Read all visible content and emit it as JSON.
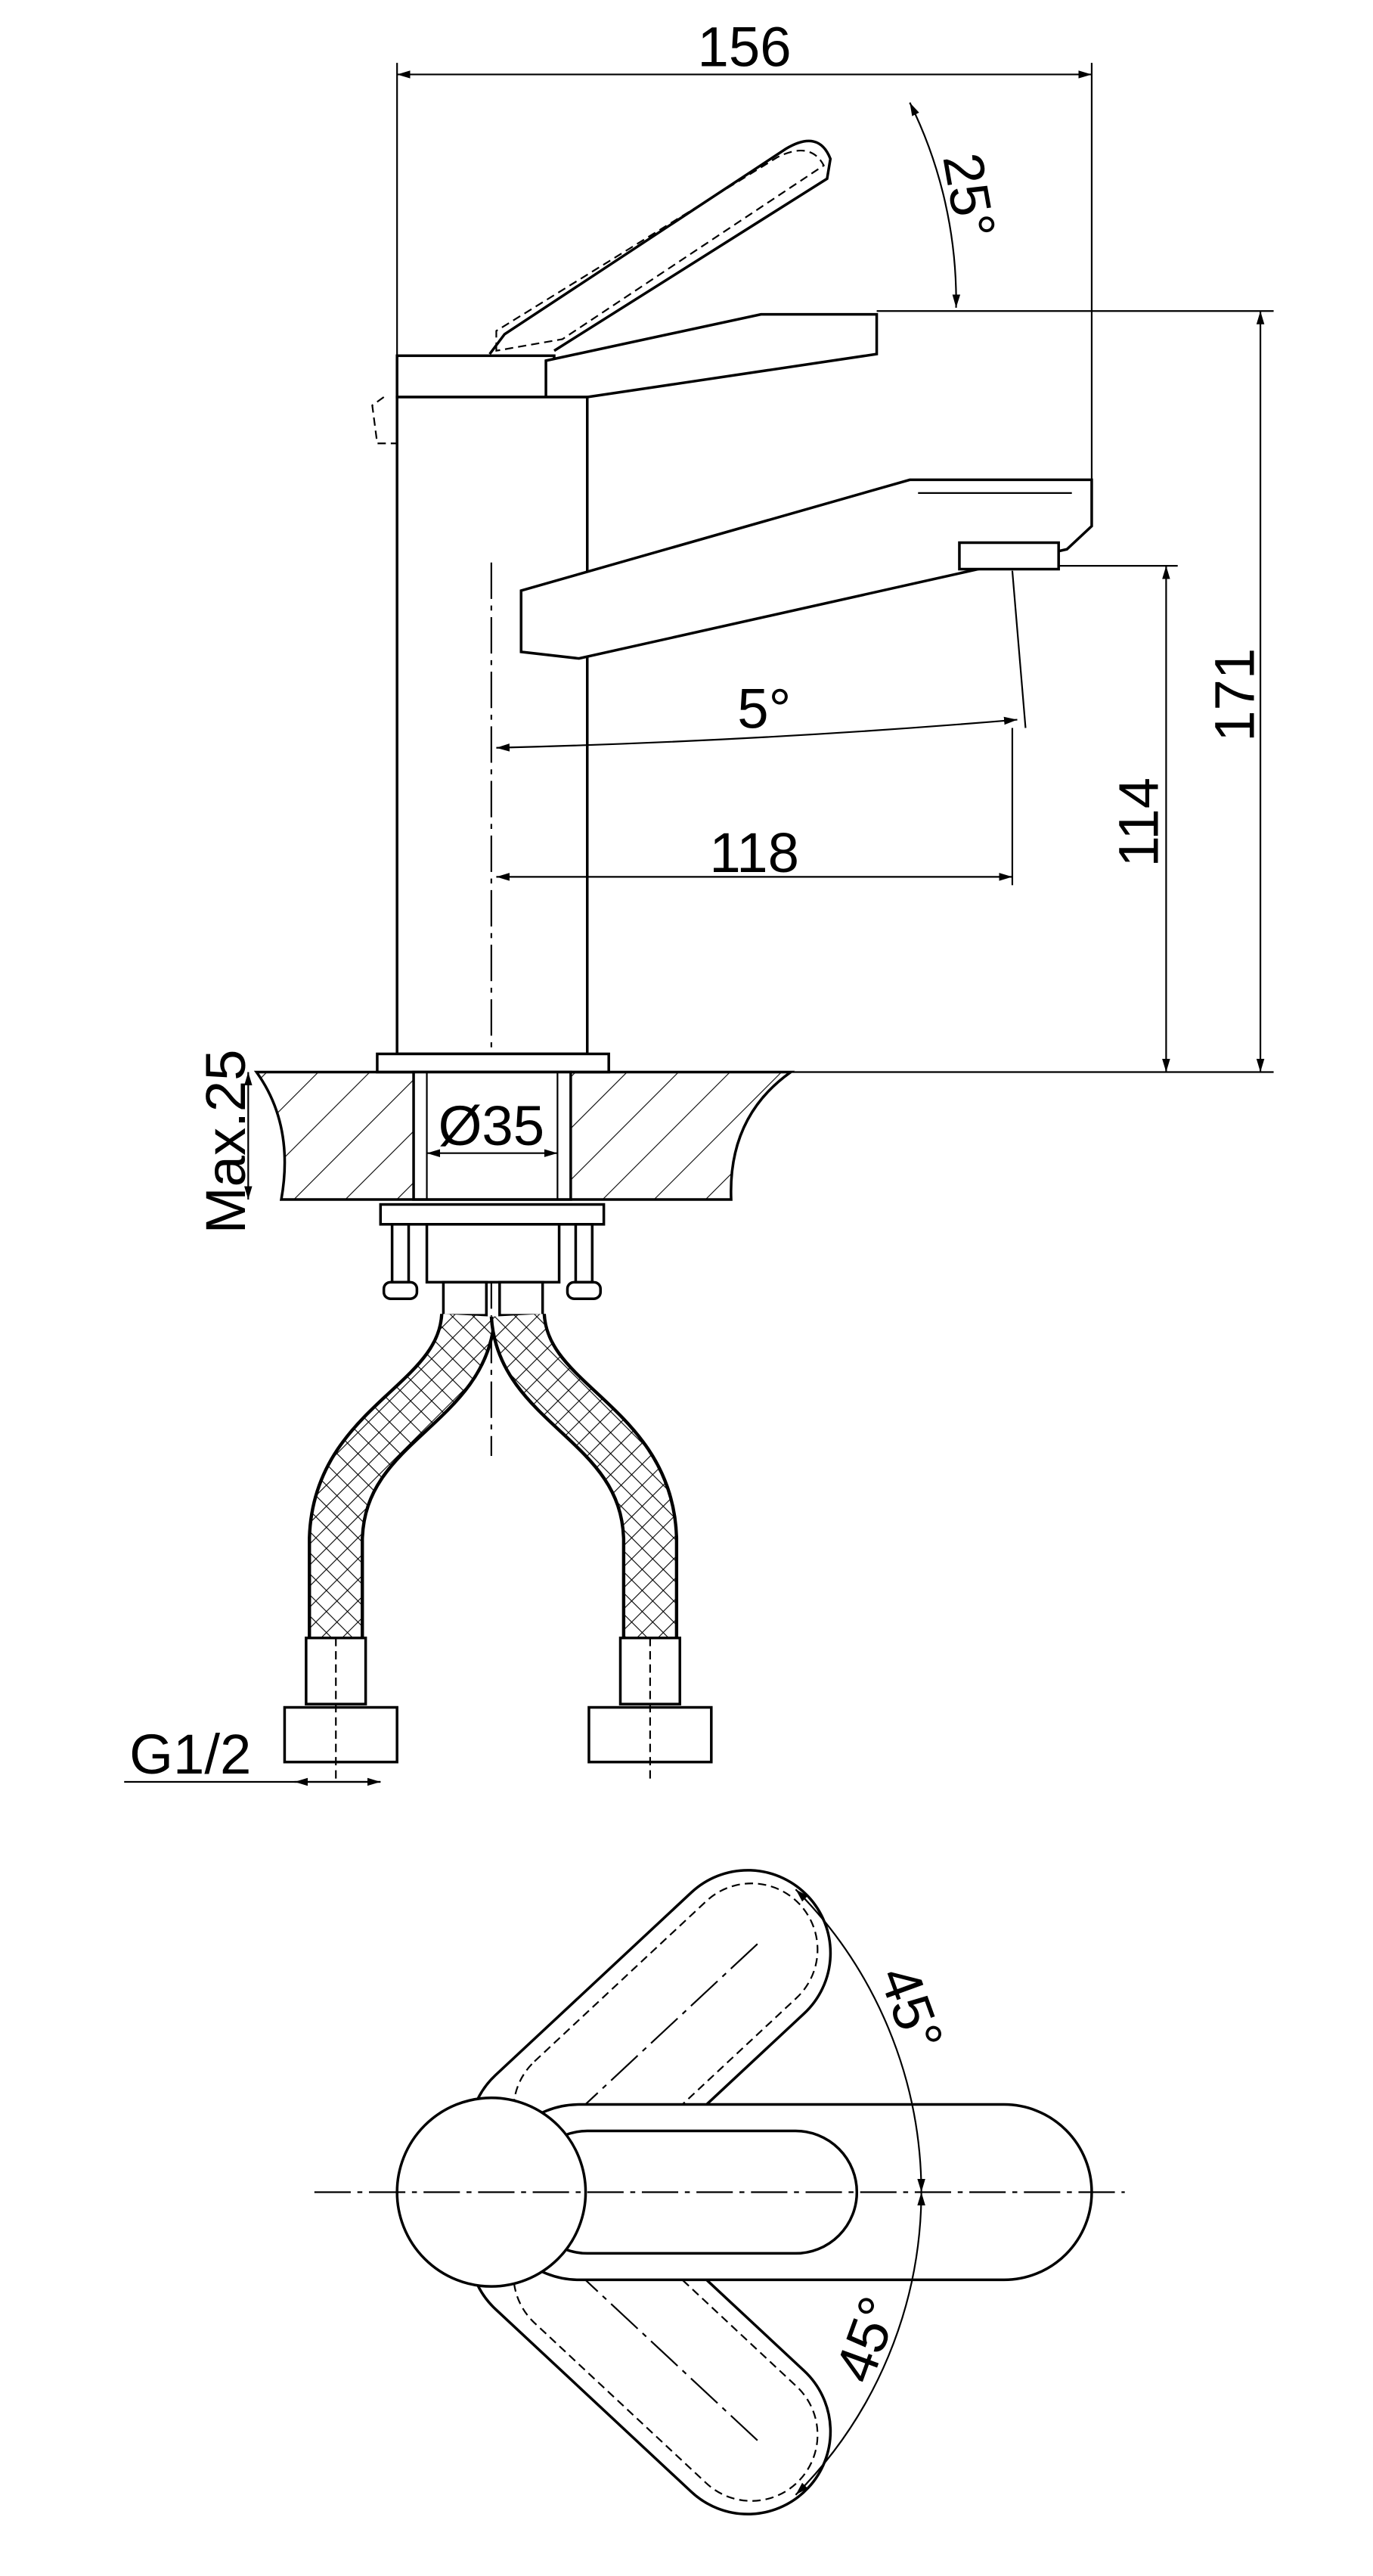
{
  "drawing": {
    "dimensions": {
      "overall_length": "156",
      "lever_angle": "25°",
      "spout_angle": "5°",
      "spout_reach": "118",
      "spout_height": "114",
      "overall_height": "171",
      "max_counter_thickness": "Max.25",
      "hole_diameter": "Ø35",
      "connection_thread": "G1/2",
      "rotation_angle_upper": "45°",
      "rotation_angle_lower": "45°"
    },
    "colors": {
      "line": "#000000",
      "background": "#ffffff"
    }
  }
}
